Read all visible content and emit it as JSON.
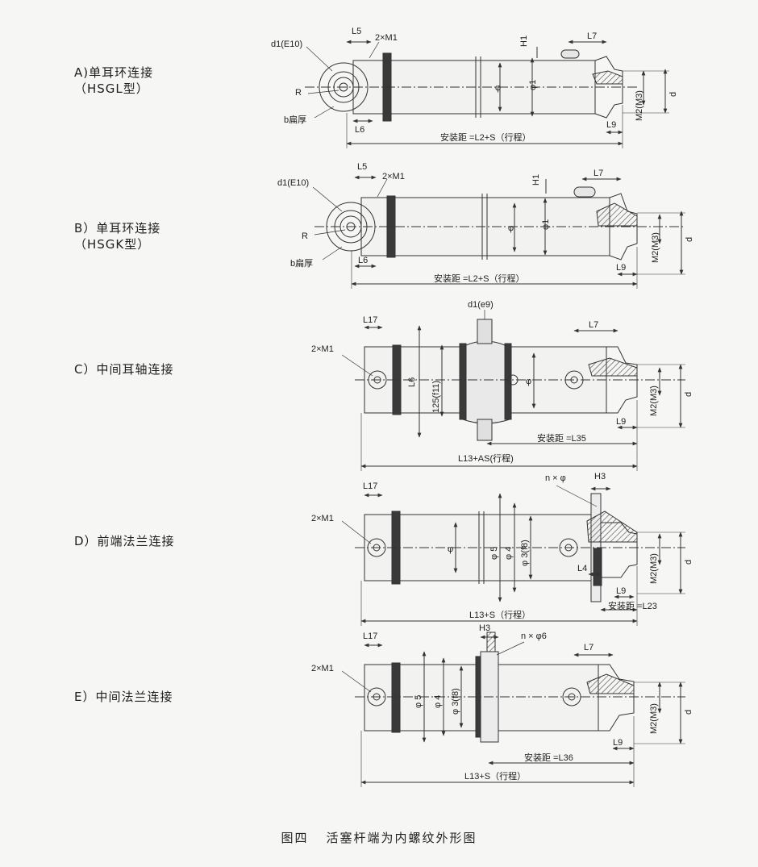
{
  "rows": [
    {
      "id": "a",
      "title": "A)单耳环连接",
      "subtitle": "（HSGL型）",
      "labels": {
        "d1": "d1(E10)",
        "L5": "L5",
        "M1": "2×M1",
        "H1": "H1",
        "L7": "L7",
        "R": "R",
        "b": "b扁厚",
        "L6": "L6",
        "phi": "φ",
        "phi1": "φ1",
        "L9": "L9",
        "M2": "M2(M3)",
        "d": "d",
        "install": "安装距 =L2+S（行程）"
      }
    },
    {
      "id": "b",
      "title": "B）单耳环连接",
      "subtitle": "（HSGK型）",
      "labels": {
        "d1": "d1(E10)",
        "L5": "L5",
        "M1": "2×M1",
        "H1": "H1",
        "L7": "L7",
        "R": "R",
        "b": "b扁厚",
        "L6": "L6",
        "phi": "φ",
        "phi1": "φ1",
        "L9": "L9",
        "M2": "M2(M3)",
        "d": "d",
        "install": "安装距 =L2+S（行程）"
      }
    },
    {
      "id": "c",
      "title": "C）中间耳轴连接",
      "subtitle": "",
      "labels": {
        "d1": "d1(e9)",
        "L17": "L17",
        "L7": "L7",
        "M1": "2×M1",
        "L6": "L6",
        "phi125": "125(f11)",
        "phi": "φ",
        "L9": "L9",
        "M2": "M2(M3)",
        "d": "d",
        "install": "安装距 =L35",
        "total": "L13+AS(行程)"
      }
    },
    {
      "id": "d",
      "title": "D）前端法兰连接",
      "subtitle": "",
      "labels": {
        "L17": "L17",
        "nphi": "n × φ",
        "H3": "H3",
        "M1": "2×M1",
        "phi": "φ",
        "phi5": "φ 5",
        "phi4": "φ 4",
        "phi3": "φ 3(f8)",
        "L4": "L4",
        "L9": "L9",
        "M2": "M2(M3)",
        "d": "d",
        "install": "安装距 =L23",
        "total": "L13+S（行程）"
      }
    },
    {
      "id": "e",
      "title": "E）中间法兰连接",
      "subtitle": "",
      "labels": {
        "L17": "L17",
        "H3": "H3",
        "nphi": "n × φ6",
        "L7": "L7",
        "M1": "2×M1",
        "phi5": "φ 5",
        "phi4": "φ 4",
        "phi3": "φ 3(f8)",
        "L9": "L9",
        "M2": "M2(M3)",
        "d": "d",
        "install": "安装距 =L36",
        "total": "L13+S（行程）"
      }
    }
  ],
  "caption": {
    "fig": "图四",
    "text": "活塞杆端为内螺纹外形图"
  }
}
